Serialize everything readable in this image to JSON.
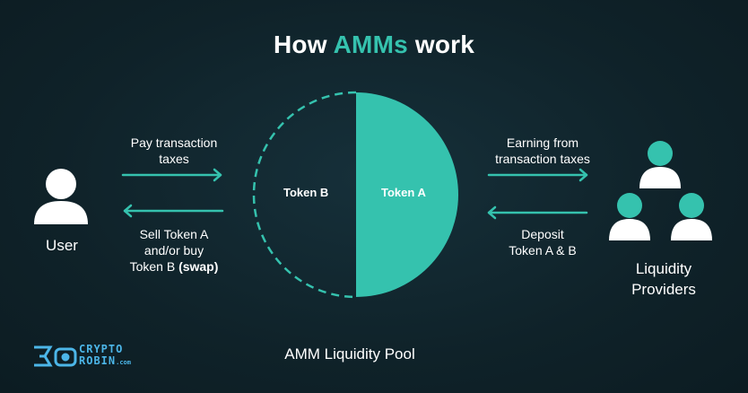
{
  "title": {
    "prefix": "How",
    "accent": "AMMs",
    "suffix": "work"
  },
  "user": {
    "label": "User"
  },
  "left_flows": {
    "top": {
      "line1": "Pay transaction",
      "line2": "taxes"
    },
    "bottom": {
      "line1": "Sell Token A",
      "line2": "and/or buy",
      "line3_prefix": "Token B",
      "line3_bold": "(swap)"
    }
  },
  "pool": {
    "token_b": "Token B",
    "token_a": "Token A",
    "caption": "AMM Liquidity Pool"
  },
  "right_flows": {
    "top": {
      "line1": "Earning from",
      "line2": "transaction taxes"
    },
    "bottom": {
      "line1": "Deposit",
      "line2": "Token A & B"
    }
  },
  "providers": {
    "line1": "Liquidity",
    "line2": "Providers"
  },
  "logo": {
    "line1": "CRYPTO",
    "line2": "ROBIN",
    "suffix": ".com"
  },
  "colors": {
    "accent": "#35c2ae",
    "background": "#0f2229",
    "logo": "#4cb6e8"
  }
}
